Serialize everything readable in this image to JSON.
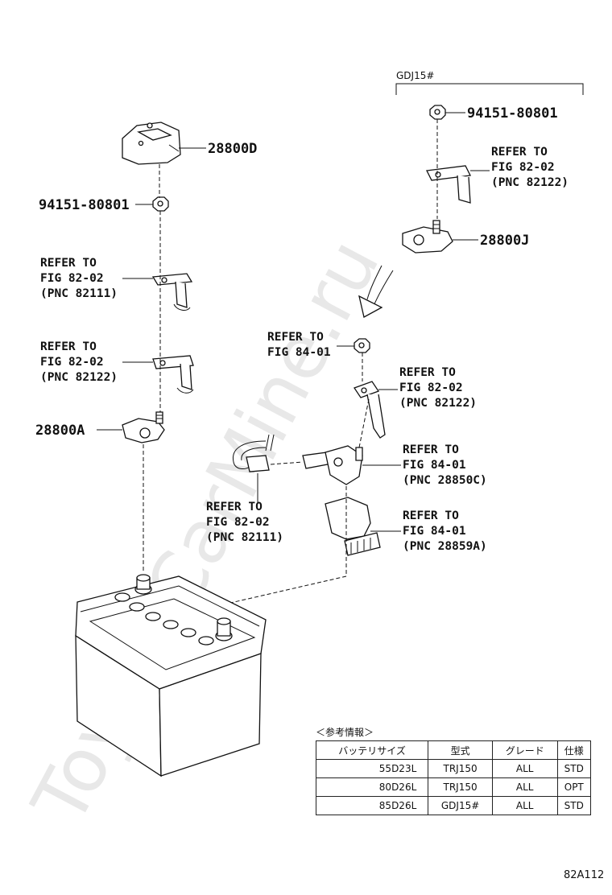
{
  "watermark": "ToyotaCarMine.ru",
  "variant_label": "GDJ15#",
  "parts": {
    "cover_28800d": "28800D",
    "nut_left": "94151-80801",
    "clamp_28800a": "28800A",
    "nut_right": "94151-80801",
    "clamp_28800j": "28800J"
  },
  "refs": {
    "left_upper": [
      "REFER TO",
      "FIG 82-02",
      "(PNC 82111)"
    ],
    "left_lower": [
      "REFER TO",
      "FIG 82-02",
      "(PNC 82122)"
    ],
    "right_top": [
      "REFER TO",
      "FIG 82-02",
      "(PNC 82122)"
    ],
    "center_nut": [
      "REFER TO",
      "FIG 84-01"
    ],
    "center_cable": [
      "REFER TO",
      "FIG 82-02",
      "(PNC 82122)"
    ],
    "center_terminal": [
      "REFER TO",
      "FIG 84-01",
      "(PNC 28850C)"
    ],
    "center_harness": [
      "REFER TO",
      "FIG 82-02",
      "(PNC 82111)"
    ],
    "center_cover": [
      "REFER TO",
      "FIG 84-01",
      "(PNC 28859A)"
    ]
  },
  "info": {
    "title": "＜参考情報＞",
    "headers": [
      "バッテリサイズ",
      "型式",
      "グレード",
      "仕様"
    ],
    "rows": [
      [
        "55D23L",
        "TRJ150",
        "ALL",
        "STD"
      ],
      [
        "80D26L",
        "TRJ150",
        "ALL",
        "OPT"
      ],
      [
        "85D26L",
        "GDJ15#",
        "ALL",
        "STD"
      ]
    ]
  },
  "figure_code": "82A112"
}
